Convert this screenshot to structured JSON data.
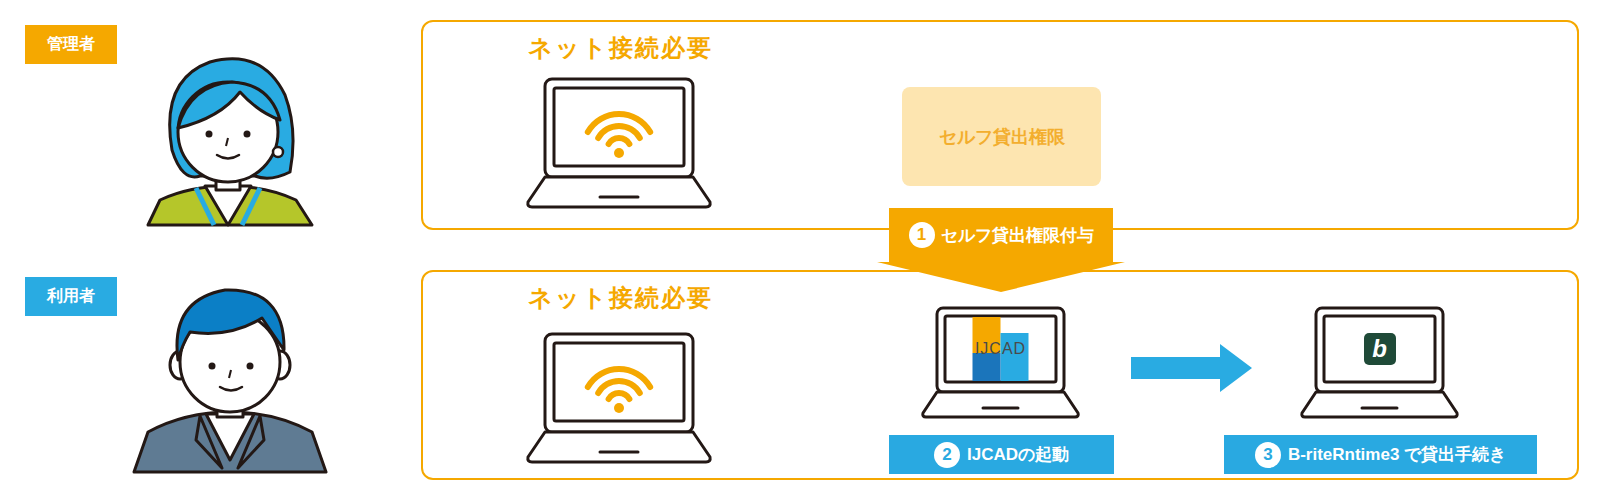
{
  "diagram": {
    "nodes": [
      {
        "text": [
          "管理者"
        ]
      },
      {
        "text": [
          "ネット接続必要"
        ]
      },
      {
        "text": [
          "セルフ貸出権限"
        ],
        "in": 1
      },
      {
        "text": [
          "利用者"
        ]
      },
      {
        "text": [
          "ネット接続必要"
        ]
      },
      {
        "text": [
          "IJCAD"
        ],
        "in": 4
      },
      {
        "text": [
          "2",
          "IJCADの起動"
        ],
        "in": 4
      },
      {
        "text": [
          "b"
        ],
        "in": 4
      },
      {
        "text": [
          "3",
          "B-riteRntime3 で貸出手続き"
        ],
        "in": 4
      }
    ],
    "edges": [
      {
        "from": 2,
        "to": 5,
        "arrow": "to",
        "label": "セルフ貸出権限付与"
      },
      {
        "from": 5,
        "to": 7,
        "arrow": "to"
      }
    ],
    "labels": [
      "1"
    ]
  }
}
